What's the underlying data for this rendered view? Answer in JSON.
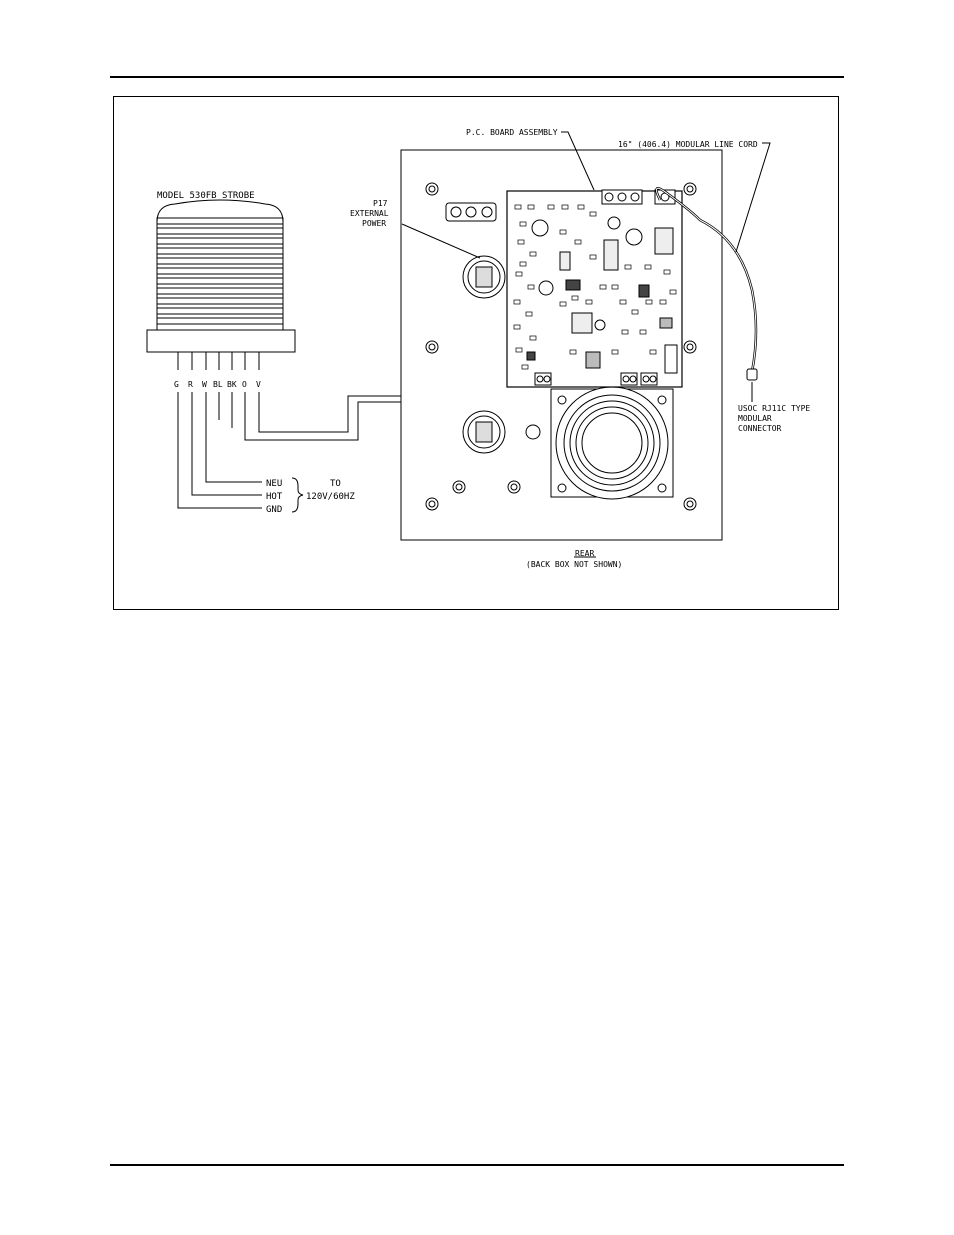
{
  "figure": {
    "strobe_title": "MODEL 530FB STROBE",
    "wire_codes": [
      "G",
      "R",
      "W",
      "BL",
      "BK",
      "O",
      "V"
    ],
    "power_lines": [
      "NEU",
      "HOT",
      "GND"
    ],
    "power_target_line1": "TO",
    "power_target_line2": "120V/60HZ",
    "p17_line1": "P17",
    "p17_line2": "EXTERNAL",
    "p17_line3": "POWER",
    "pcb_label": "P.C. BOARD ASSEMBLY",
    "line_cord_label": "16\" (406.4) MODULAR LINE CORD",
    "connector_line1": "USOC RJ11C TYPE",
    "connector_line2": "MODULAR",
    "connector_line3": "CONNECTOR",
    "view_label": "REAR",
    "view_note": "(BACK BOX NOT SHOWN)"
  }
}
